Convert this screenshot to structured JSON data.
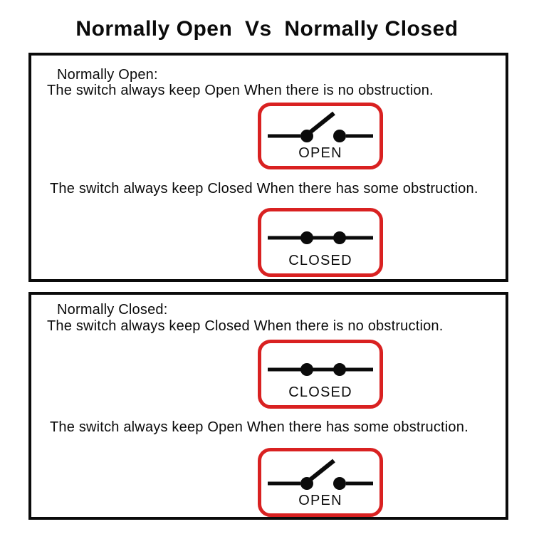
{
  "title": "Normally Open  Vs  Normally Closed",
  "colors": {
    "accent_red": "#d92121",
    "ink": "#0b0b0b"
  },
  "sections": [
    {
      "heading": "Normally Open:",
      "items": [
        {
          "text": "The switch always keep Open When there is no obstruction.",
          "switch": {
            "state": "open",
            "label": "OPEN"
          }
        },
        {
          "text": "The switch always keep Closed When there has some obstruction.",
          "switch": {
            "state": "closed",
            "label": "CLOSED"
          }
        }
      ]
    },
    {
      "heading": "Normally Closed:",
      "items": [
        {
          "text": "The switch always keep Closed When there is no obstruction.",
          "switch": {
            "state": "closed",
            "label": "CLOSED"
          }
        },
        {
          "text": "The switch always keep Open When there has some obstruction.",
          "switch": {
            "state": "open",
            "label": "OPEN"
          }
        }
      ]
    }
  ]
}
